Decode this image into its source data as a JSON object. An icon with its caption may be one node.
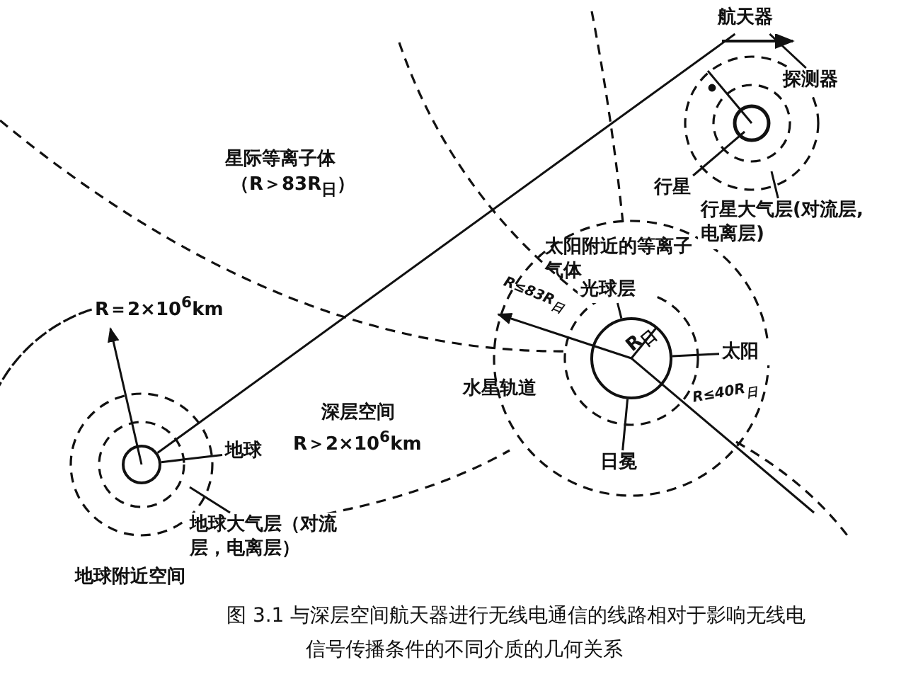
{
  "diagram": {
    "caption": "图 3.1 与深层空间航天器进行无线电通信的线路相对于影响无线电信号传播条件的不同介质的几何关系",
    "nodes": [
      {
        "text": [
          "航天器"
        ]
      },
      {
        "text": [],
        "shape": "circle"
      },
      {
        "text": [
          "探测器"
        ]
      },
      {
        "text": [
          "行星"
        ]
      },
      {
        "text": [
          "行星大气层(对流层,电离层)"
        ]
      },
      {
        "text": [
          "光球层"
        ]
      },
      {
        "text": [
          "太阳"
        ]
      },
      {
        "text": [
          "日冕"
        ]
      },
      {
        "text": [
          "地球"
        ]
      },
      {
        "text": [
          "地球大气层（对流层，电离层）"
        ]
      },
      {
        "text": [
          "R$_{日}$"
        ]
      }
    ],
    "edges": [
      {
        "from": 1,
        "to": 0,
        "arrow": "none"
      },
      {
        "from": 2,
        "to": 0,
        "arrow": "none"
      },
      {
        "from": 3,
        "to": null,
        "arrow": "none"
      },
      {
        "from": 4,
        "to": null,
        "arrow": "none"
      },
      {
        "from": 5,
        "to": 10,
        "arrow": "none"
      },
      {
        "from": 6,
        "to": 10,
        "arrow": "none"
      },
      {
        "from": 7,
        "to": 10,
        "arrow": "none"
      },
      {
        "from": 8,
        "to": 1,
        "arrow": "none"
      },
      {
        "from": 9,
        "to": null,
        "arrow": "none"
      }
    ],
    "labels": [
      "星际等离子体",
      "（R＞83R$_{日}$）",
      "太阳附近的等离子气体",
      "R≤83R$_{日}$",
      "R≤40R$_{日}$",
      "水星轨道",
      "R＝2×10$^{6}$km",
      "深层空间",
      "R＞2×10$^{6}$km",
      "地球附近空间"
    ]
  }
}
